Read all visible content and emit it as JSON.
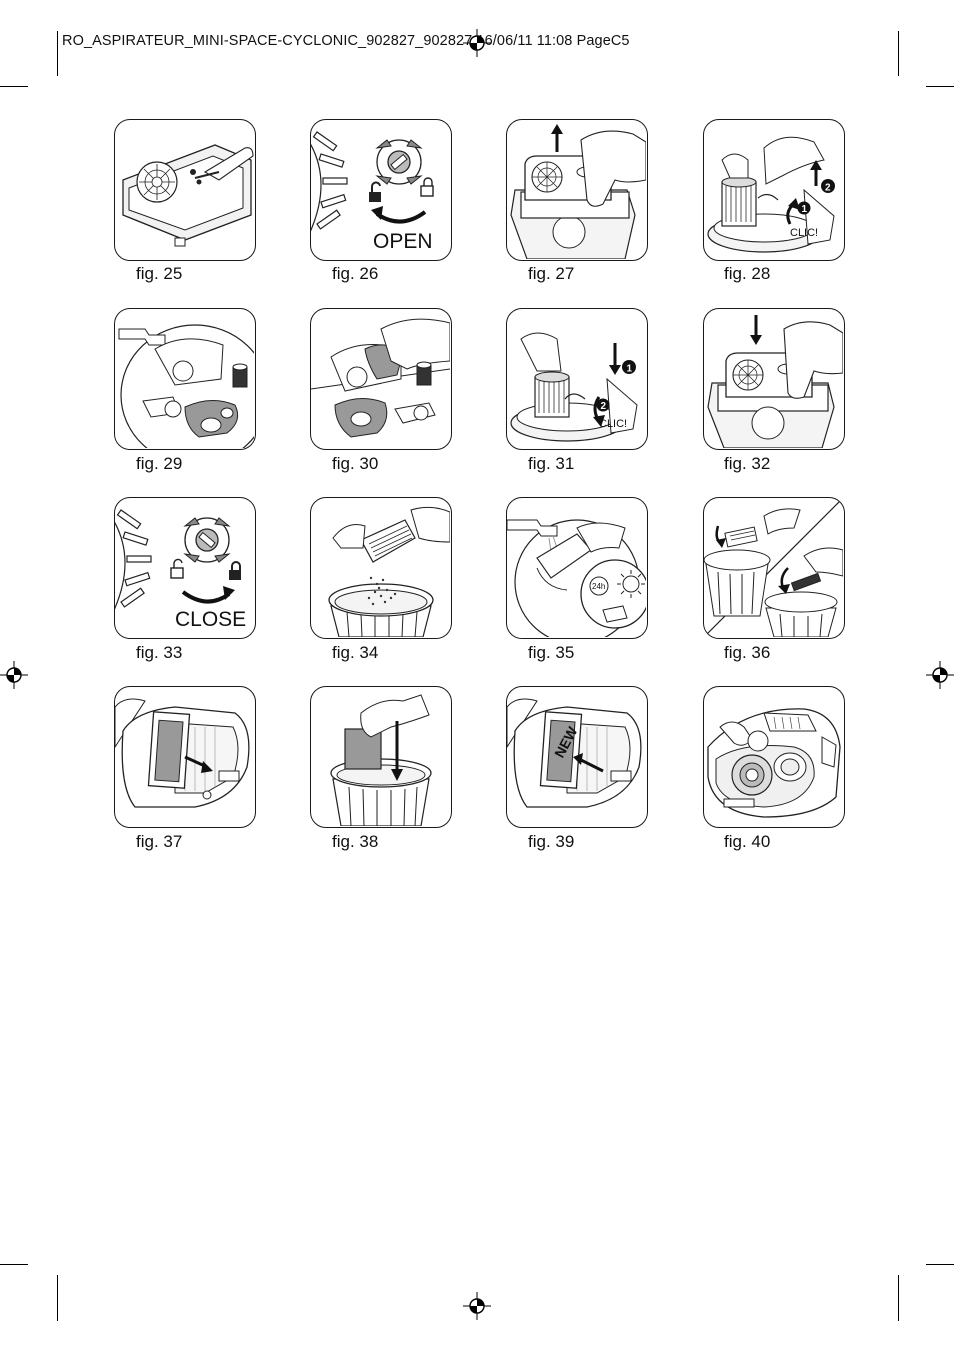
{
  "header": {
    "slug": "RO_ASPIRATEUR_MINI-SPACE-CYCLONIC_902827_902827  16/06/11  11:08  PageC5"
  },
  "figures": [
    {
      "caption": "fig. 25",
      "icon": "remove-grille-screws-illustration"
    },
    {
      "caption": "fig. 26",
      "icon": "unlock-dial-illustration",
      "label": "OPEN"
    },
    {
      "caption": "fig. 27",
      "icon": "lift-out-filter-module-illustration"
    },
    {
      "caption": "fig. 28",
      "icon": "detach-cartridge-illustration",
      "label": "CLIC!",
      "steps": [
        "1",
        "2"
      ]
    },
    {
      "caption": "fig. 29",
      "icon": "rinse-parts-tap-illustration"
    },
    {
      "caption": "fig. 30",
      "icon": "wipe-parts-illustration"
    },
    {
      "caption": "fig. 31",
      "icon": "reattach-cartridge-illustration",
      "label": "CLIC!",
      "steps": [
        "1",
        "2"
      ]
    },
    {
      "caption": "fig. 32",
      "icon": "insert-filter-module-illustration"
    },
    {
      "caption": "fig. 33",
      "icon": "lock-dial-illustration",
      "label": "CLOSE"
    },
    {
      "caption": "fig. 34",
      "icon": "empty-filter-bin-illustration"
    },
    {
      "caption": "fig. 35",
      "icon": "wash-dry-24h-illustration",
      "label": "24h"
    },
    {
      "caption": "fig. 36",
      "icon": "discard-filters-illustration"
    },
    {
      "caption": "fig. 37",
      "icon": "remove-motor-filter-illustration"
    },
    {
      "caption": "fig. 38",
      "icon": "discard-motor-filter-illustration"
    },
    {
      "caption": "fig. 39",
      "icon": "insert-new-filter-illustration",
      "label": "NEW"
    },
    {
      "caption": "fig. 40",
      "icon": "clean-vacuum-illustration"
    }
  ]
}
